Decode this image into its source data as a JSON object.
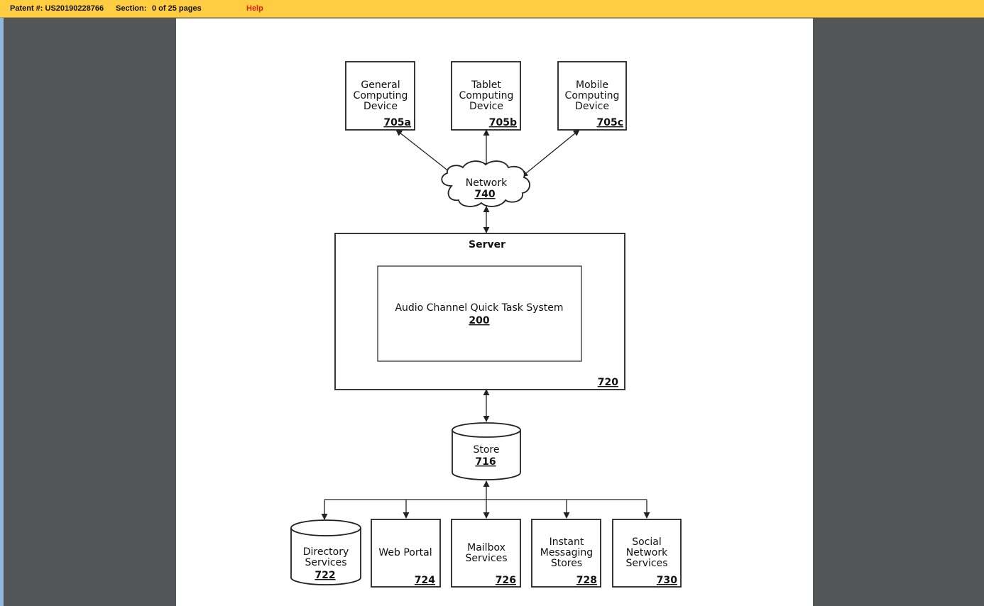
{
  "toolbar": {
    "patent": "Patent #: US20190228766",
    "section_label": "Section:",
    "section_value": "0 of 25 pages",
    "help": "Help"
  },
  "diagram": {
    "devices": [
      {
        "line1": "General",
        "line2": "Computing",
        "line3": "Device",
        "ref": "705a"
      },
      {
        "line1": "Tablet",
        "line2": "Computing",
        "line3": "Device",
        "ref": "705b"
      },
      {
        "line1": "Mobile",
        "line2": "Computing",
        "line3": "Device",
        "ref": "705c"
      }
    ],
    "network": {
      "label": "Network",
      "ref": "740"
    },
    "server": {
      "label": "Server",
      "ref": "720"
    },
    "system": {
      "label": "Audio Channel Quick Task System",
      "ref": "200"
    },
    "store": {
      "label": "Store",
      "ref": "716"
    },
    "services": [
      {
        "line1": "Directory",
        "line2": "Services",
        "ref": "722"
      },
      {
        "line1": "Web Portal",
        "ref": "724"
      },
      {
        "line1": "Mailbox",
        "line2": "Services",
        "ref": "726"
      },
      {
        "line1": "Instant",
        "line2": "Messaging",
        "line3": "Stores",
        "ref": "728"
      },
      {
        "line1": "Social",
        "line2": "Network",
        "line3": "Services",
        "ref": "730"
      }
    ]
  }
}
